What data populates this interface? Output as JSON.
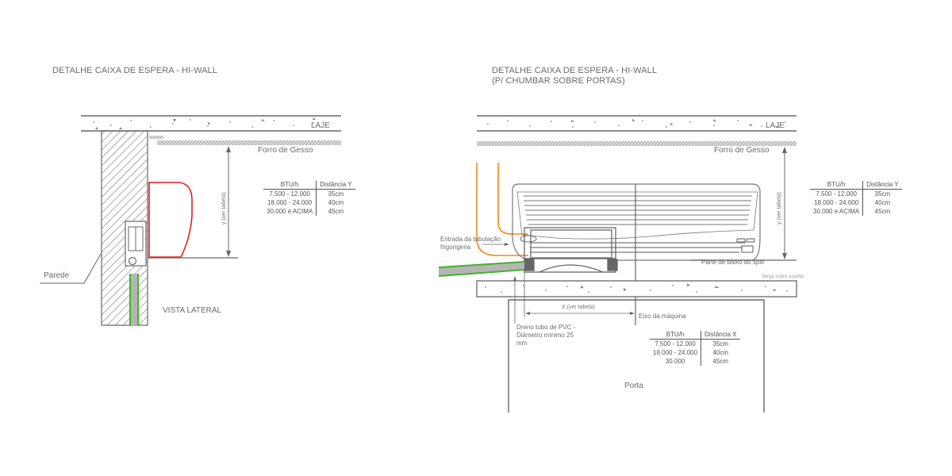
{
  "left_detail": {
    "title": "DETALHE CAIXA DE ESPERA - HI-WALL",
    "labels": {
      "slab": "LAJE",
      "ceiling": "Forro de Gesso",
      "wall": "Parede",
      "view": "VISTA LATERAL",
      "dimension_y": "y (ver tabela)"
    },
    "table": {
      "headers": [
        "BTU/h",
        "Distância Y"
      ],
      "rows": [
        [
          "7.500 - 12.000",
          "35cm"
        ],
        [
          "18.000 - 24.000",
          "40cm"
        ],
        [
          "30.000 e ACIMA",
          "45cm"
        ]
      ]
    }
  },
  "right_detail": {
    "title_line1": "DETALHE CAIXA DE ESPERA - HI-WALL",
    "title_line2": "(P/ CHUMBAR SOBRE PORTAS)",
    "labels": {
      "slab": "LAJE",
      "ceiling": "Forro de Gesso",
      "pipe_entry_line1": "Entrada da tubulação",
      "pipe_entry_line2": "frigorígena",
      "split_bottom": "Parte de baixo do split",
      "lintel": "Verga sobre a porta",
      "dimension_y": "y (ver tabela)",
      "dimension_x": "X (ver tabela)",
      "machine_axis": "Eixo da máquina",
      "drain_line1": "Dreno tubo de PVC -",
      "drain_line2": "Diâmetro mínimo 25",
      "drain_line3": "mm",
      "door": "Porta"
    },
    "table_y": {
      "headers": [
        "BTU/h",
        "Distância Y"
      ],
      "rows": [
        [
          "7.500 - 12.000",
          "35cm"
        ],
        [
          "18.000 - 24.000",
          "40cm"
        ],
        [
          "30.000 e ACIMA",
          "45cm"
        ]
      ]
    },
    "table_x": {
      "headers": [
        "BTU/h",
        "Distância X"
      ],
      "rows": [
        [
          "7.500 - 12.000",
          "35cm"
        ],
        [
          "18.000 - 24.000",
          "40cm"
        ],
        [
          "30.000",
          "45cm"
        ]
      ]
    }
  },
  "colors": {
    "line": "#6e6e6e",
    "unit_outline_side": "#e02020",
    "refrigerant_pipe": "#f08a1c",
    "drain_pipe": "#3fb52a",
    "drain_fill": "#b5b5b5"
  }
}
